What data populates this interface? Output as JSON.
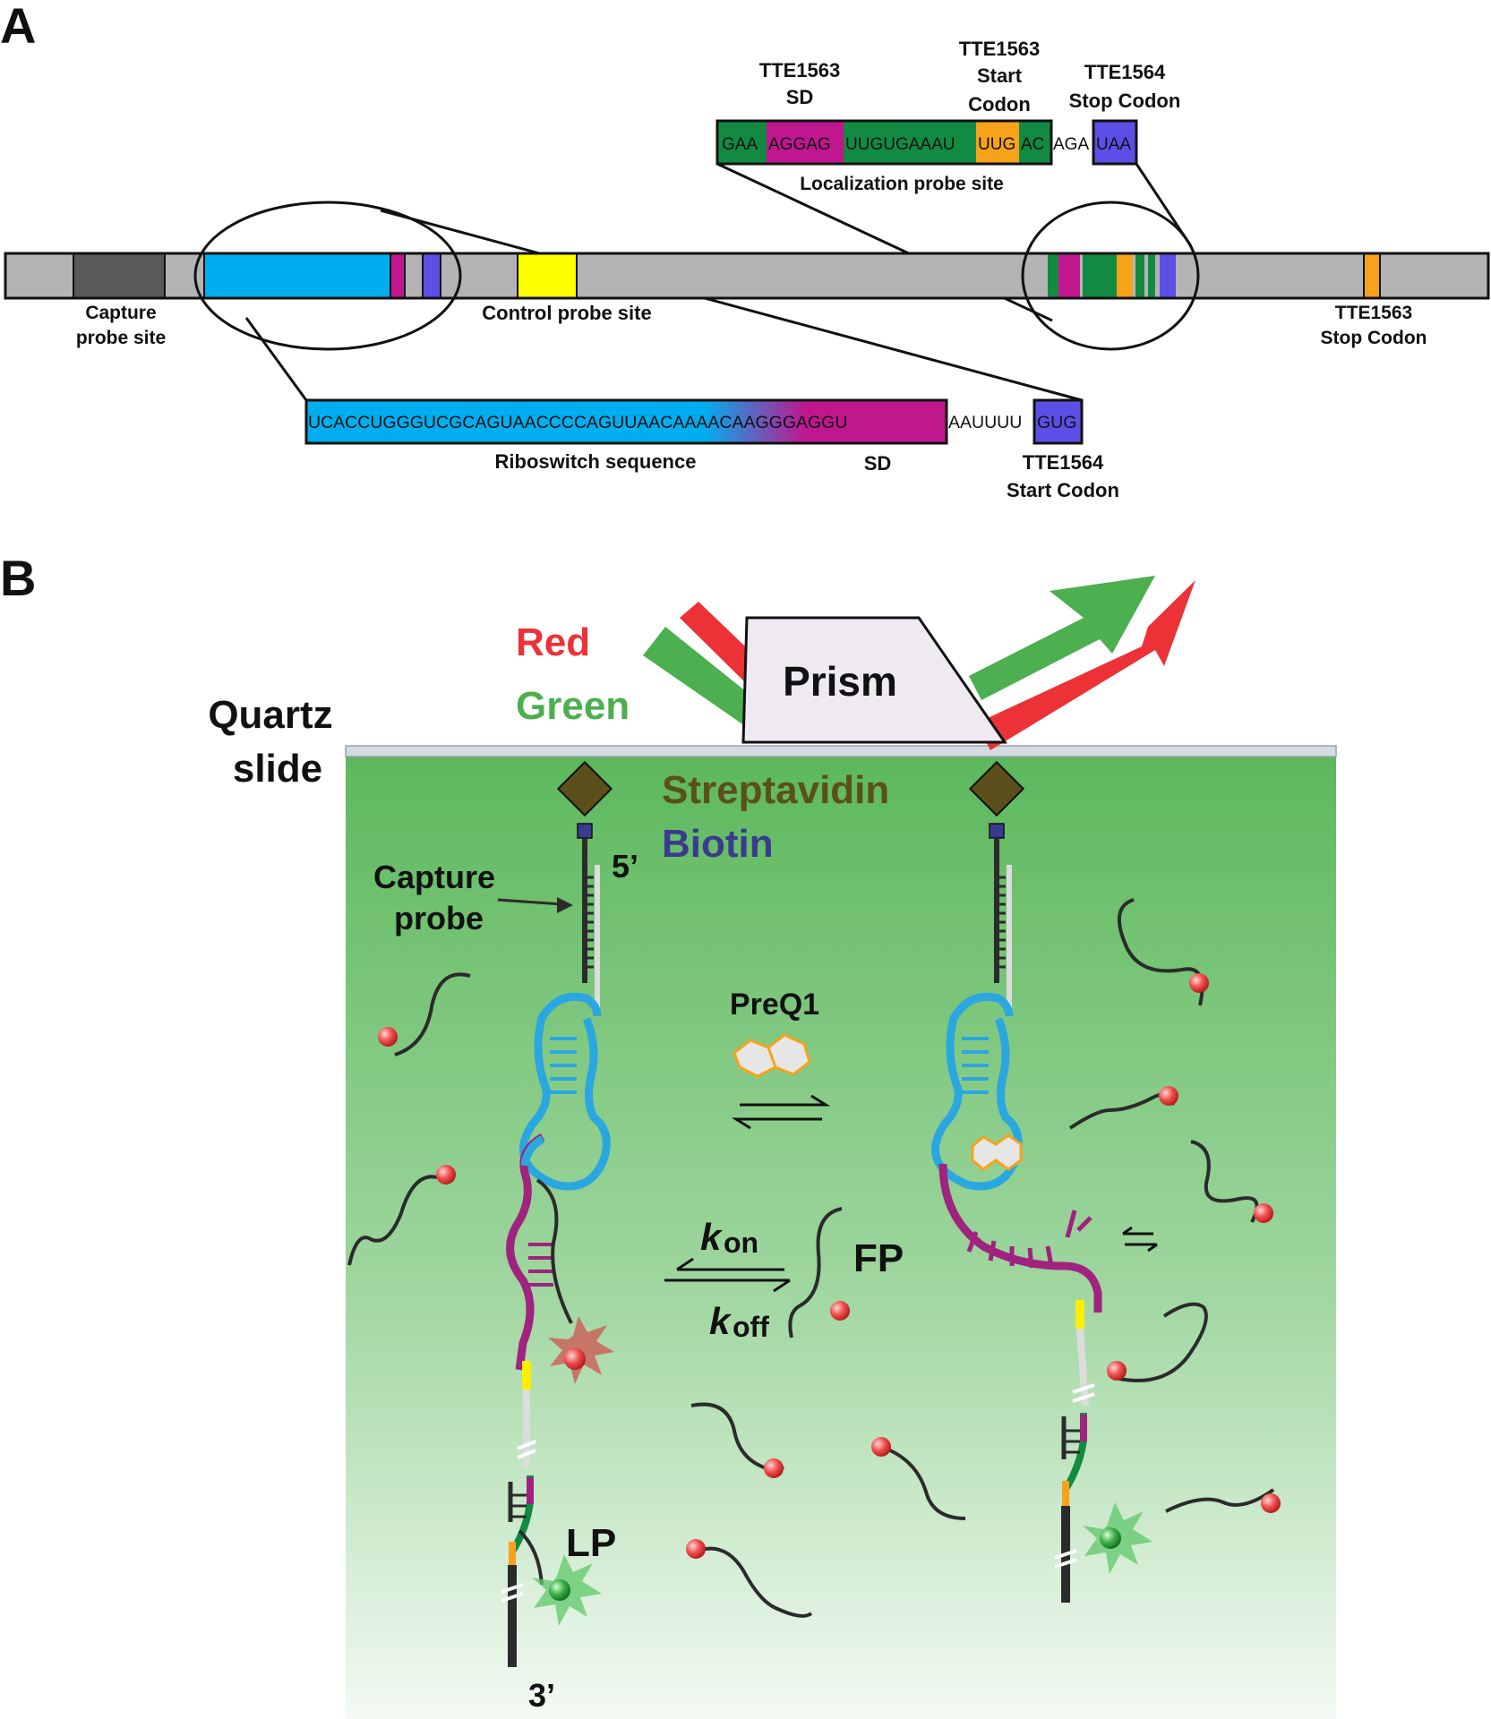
{
  "panel_a": {
    "panel_letter": "A",
    "top_box": {
      "label_sd": [
        "TTE1563",
        "SD"
      ],
      "label_start": [
        "TTE1563",
        "Start",
        "Codon"
      ],
      "label_stop": [
        "TTE1564",
        "Stop Codon"
      ],
      "segments": [
        "GAA",
        "AGGAG",
        "UUGUGAAAU",
        "UUG",
        "AC"
      ],
      "tail": "AGA",
      "stop": "UAA",
      "caption": "Localization probe site"
    },
    "main_labels": {
      "capture": [
        "Capture",
        "probe site"
      ],
      "control": "Control probe site",
      "stop1563": [
        "TTE1563",
        "Stop Codon"
      ]
    },
    "bottom_box": {
      "seq_main": "UCACCUGGGUCGCAGUAACCCCAGUUAACAAAACAAGGGAGGU",
      "seq_tail": "AAUUUU",
      "start": "GUG",
      "caption_riboswitch": "Riboswitch sequence",
      "caption_sd": "SD",
      "label_start": [
        "TTE1564",
        "Start Codon"
      ]
    },
    "colors": {
      "bar": "#b4b4b4",
      "capture": "#595959",
      "riboswitch": "#00aeef",
      "sd": "#c0178f",
      "start": "#5b4fe8",
      "control": "#ffff00",
      "green": "#138a42",
      "orange": "#f7a21b"
    }
  },
  "panel_b": {
    "panel_letter": "B",
    "red_label": "Red",
    "green_label": "Green",
    "prism": "Prism",
    "quartz": [
      "Quartz",
      "slide"
    ],
    "streptavidin": "Streptavidin",
    "biotin": "Biotin",
    "five_prime": "5’",
    "three_prime": "3’",
    "capture_probe": [
      "Capture",
      "probe"
    ],
    "preq1": "PreQ1",
    "kon_k": "k",
    "kon_sub": "on",
    "koff_k": "k",
    "koff_sub": "off",
    "fp": "FP",
    "lp": "LP",
    "colors": {
      "red": "#ed3237",
      "green": "#4caf50",
      "streptavidin": "#5b4f1c",
      "biotin": "#3a3b8f",
      "medium_top": "#5cb85c",
      "medium_bottom": "#f3faf3"
    }
  }
}
